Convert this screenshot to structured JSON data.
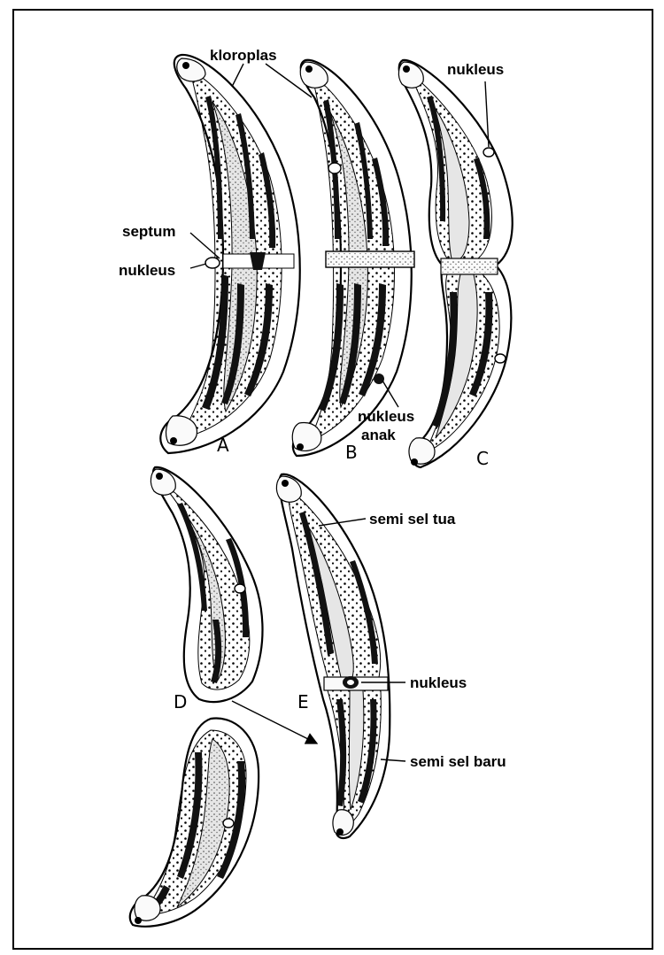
{
  "labels": {
    "kloroplas": "kloroplas",
    "nukleus_c": "nukleus",
    "septum": "septum",
    "nukleus_a": "nukleus",
    "nukleus_anak_1": "nukleus",
    "nukleus_anak_2": "anak",
    "semi_sel_tua": "semi sel tua",
    "nukleus_e": "nukleus",
    "semi_sel_baru": "semi sel baru"
  },
  "stages": [
    "A",
    "B",
    "C",
    "D",
    "E"
  ]
}
